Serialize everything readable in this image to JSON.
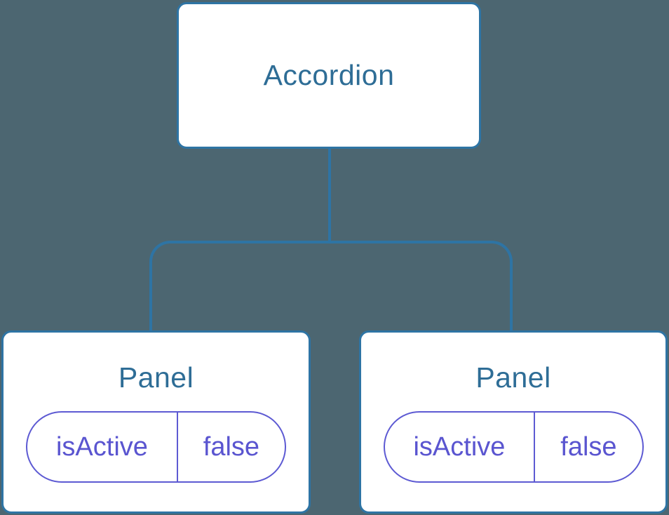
{
  "diagram": {
    "type": "component-tree",
    "colors": {
      "background": "#4C6671",
      "connector_line": "#2E74A4",
      "card_border": "#2E74A4",
      "card_background": "#FFFFFF",
      "node_title_text": "#2E6D96",
      "state_pill_border": "#5D5AD3",
      "state_pill_text": "#5A55D0"
    },
    "root": {
      "label": "Accordion"
    },
    "children": [
      {
        "label": "Panel",
        "state": {
          "key": "isActive",
          "value": "false"
        }
      },
      {
        "label": "Panel",
        "state": {
          "key": "isActive",
          "value": "false"
        }
      }
    ]
  }
}
